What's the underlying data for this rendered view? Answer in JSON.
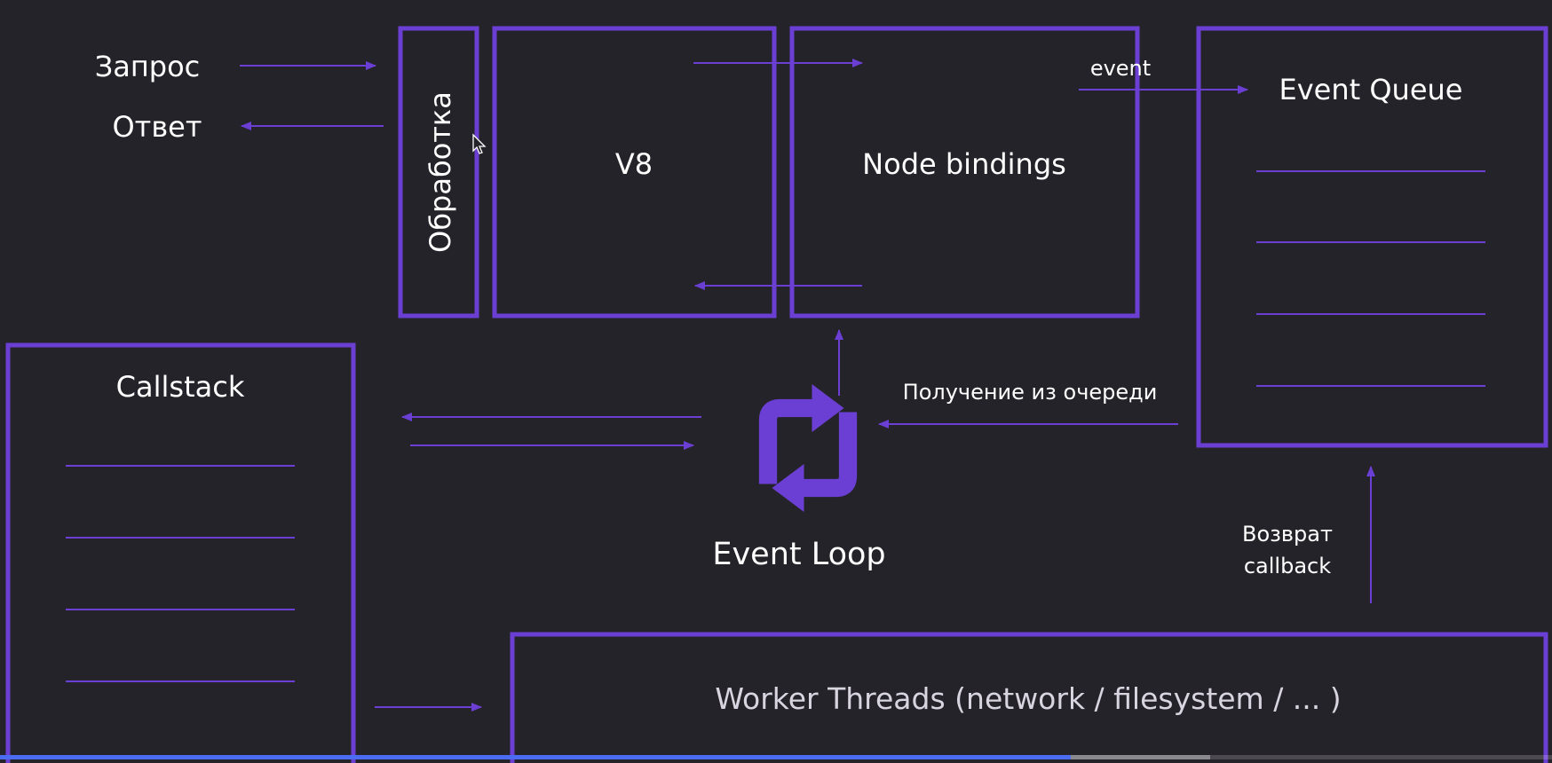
{
  "colors": {
    "background": "#25232a",
    "accent": "#6b3fd4",
    "text": "#ffffff",
    "progress": "#4b6cf0"
  },
  "labels": {
    "request": "Запрос",
    "response": "Ответ",
    "processing": "Обработка",
    "v8": "V8",
    "node_bindings": "Node bindings",
    "event": "event",
    "event_queue": "Event Queue",
    "callstack": "Callstack",
    "dequeue": "Получение из очереди",
    "event_loop": "Event Loop",
    "return_line1": "Возврат",
    "return_line2": "callback",
    "worker_threads": "Worker Threads (network / filesystem / ... )"
  },
  "icons": {
    "event_loop": "refresh-cycle-icon",
    "cursor": "mouse-pointer-icon"
  },
  "video_progress": {
    "played": 0.69,
    "buffered": 0.78
  }
}
